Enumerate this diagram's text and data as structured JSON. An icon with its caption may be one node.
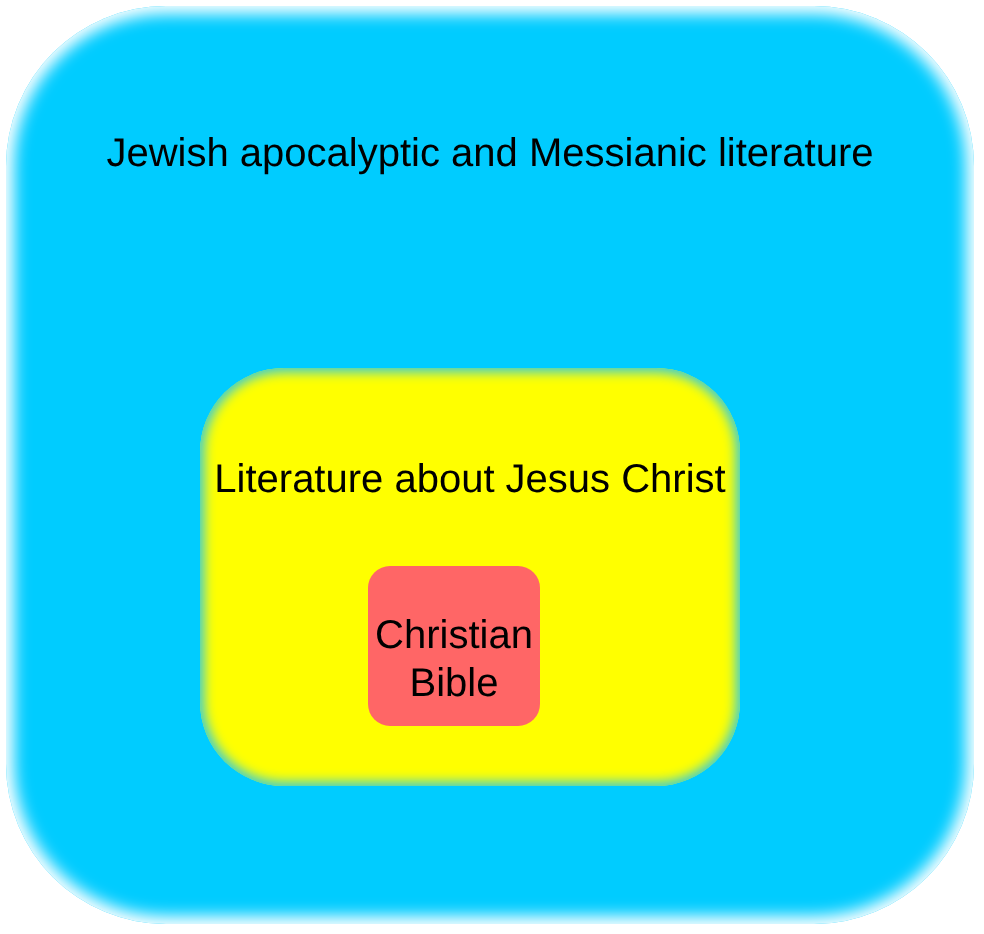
{
  "diagram": {
    "nodes": [
      {
        "text": [
          "Jewish apocalyptic and Messianic literature"
        ]
      },
      {
        "text": [
          "Literature about Jesus Christ"
        ],
        "in": 0
      },
      {
        "text": [
          "Christian Bible"
        ],
        "in": 1
      }
    ]
  }
}
